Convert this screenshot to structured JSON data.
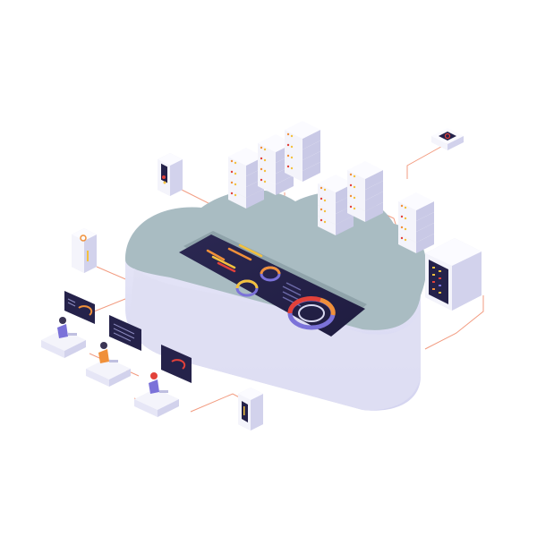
{
  "scene": {
    "description_visible_text": "",
    "colors": {
      "background": "#ffffff",
      "cloud_top": "#a9bcc2",
      "cloud_side": "#e4e4f6",
      "cloud_side_dark": "#cfcff0",
      "screen": "#25224a",
      "accent_orange": "#f0903a",
      "accent_red": "#e2413a",
      "accent_yellow": "#f3c13e",
      "accent_purple": "#7b72d9",
      "connector": "#f08a6a",
      "server_light": "#f4f4fb",
      "server_mid": "#e1e1f2",
      "server_dark": "#c9c9e6"
    },
    "icons": [
      "cloud",
      "dashboard-screen",
      "server-rack",
      "server-tower",
      "desk-monitor",
      "person-at-laptop",
      "router-box"
    ]
  }
}
